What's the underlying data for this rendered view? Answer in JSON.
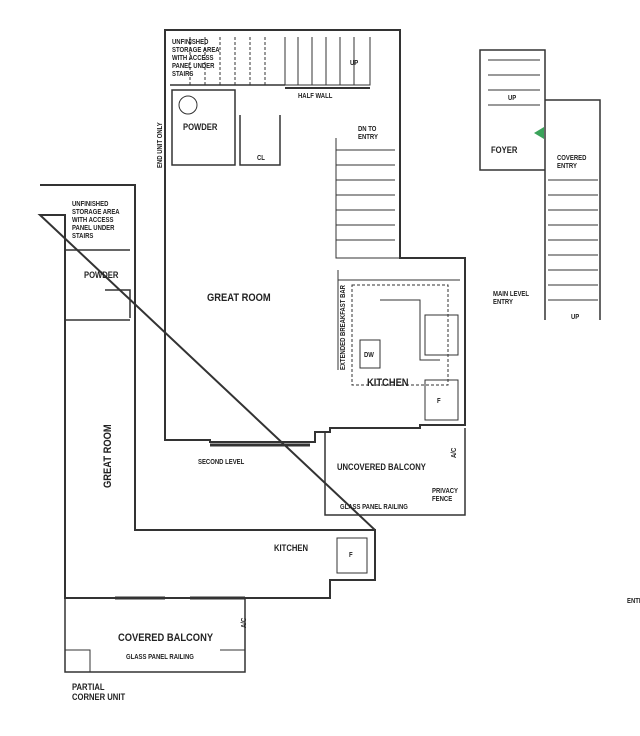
{
  "upper_level": {
    "storage": "UNFINISHED\nSTORAGE AREA\nWITH ACCESS\nPANEL UNDER\nSTAIRS",
    "up": "UP",
    "half_wall": "HALF WALL",
    "powder": "POWDER",
    "end_unit_only": "END UNIT ONLY",
    "closet": "CL",
    "down_to_entry": "DN TO\nENTRY",
    "great_room": "GREAT ROOM",
    "breakfast_bar": "EXTENDED BREAKFAST BAR",
    "dishwasher": "DW",
    "kitchen": "KITCHEN",
    "fridge": "F",
    "level_name": "SECOND LEVEL",
    "uncovered_balcony": "UNCOVERED BALCONY",
    "ac": "A/C",
    "privacy_fence": "PRIVACY\nFENCE",
    "glass_railing": "GLASS PANEL RAILING"
  },
  "lower_unit": {
    "storage": "UNFINISHED\nSTORAGE AREA\nWITH ACCESS\nPANEL UNDER\nSTAIRS",
    "powder": "POWDER",
    "great_room": "GREAT ROOM",
    "kitchen": "KITCHEN",
    "fridge": "F",
    "covered_balcony": "COVERED BALCONY",
    "ac": "A/C",
    "glass_railing": "GLASS PANEL RAILING",
    "note": "PARTIAL\nCORNER UNIT"
  },
  "main_level": {
    "up": "UP",
    "foyer": "FOYER",
    "covered_entry": "COVERED\nENTRY",
    "entry": "MAIN LEVEL\nENTRY",
    "up_bottom": "UP",
    "cut_text": "ENTR"
  },
  "colors": {
    "wall": "#333333",
    "accent_arrow": "#3aa35a"
  }
}
